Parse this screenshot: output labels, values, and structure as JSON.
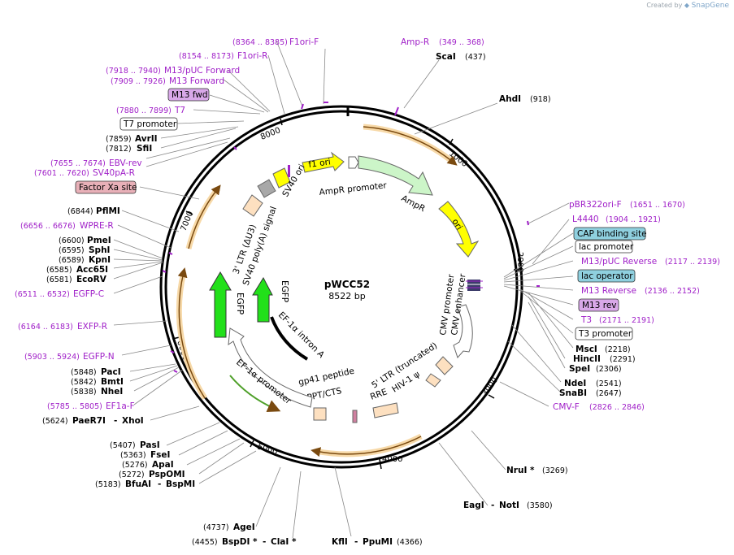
{
  "credit": {
    "prefix": "Created by",
    "brand": "SnapGene"
  },
  "plasmid": {
    "name": "pWCC52",
    "size": "8522 bp"
  },
  "ticks": [
    "1000",
    "2000",
    "3000",
    "4000",
    "5000",
    "6000",
    "7000",
    "8000"
  ],
  "features": {
    "f1ori": "f1 ori",
    "ampr_promoter": "AmpR promoter",
    "ampr": "AmpR",
    "ori": "ori",
    "cmv_promoter": "CMV promoter",
    "cmv_enhancer": "CMV enhancer",
    "ltr5": "5' LTR (truncated)",
    "hiv_psi": "HIV-1 ψ",
    "rre": "RRE",
    "gp41": "gp41 peptide",
    "cppt": "cPPT/CTS",
    "ef1a_promoter": "EF-1α promoter",
    "ef1a_intron": "EF-1α intron A",
    "egfp_inner": "EGFP",
    "egfp_outer": "EGFP",
    "sv40_polya": "SV40 poly(A) signal",
    "ltr3": "3' LTR (ΔU3)",
    "sv40_ori": "SV40 ori"
  },
  "right_labels": {
    "scai": {
      "name": "ScaI",
      "pos": "(437)"
    },
    "ahdi": {
      "name": "AhdI",
      "pos": "(918)"
    },
    "pbr322": {
      "name": "pBR322ori-F",
      "pos": "(1651 .. 1670)"
    },
    "l4440": {
      "name": "L4440",
      "pos": "(1904 .. 1921)"
    },
    "cap": {
      "name": "CAP binding site"
    },
    "lacprom": {
      "name": "lac promoter"
    },
    "m13puc_rev": {
      "name": "M13/pUC Reverse",
      "pos": "(2117 .. 2139)"
    },
    "lacop": {
      "name": "lac operator"
    },
    "m13_rev": {
      "name": "M13 Reverse",
      "pos": "(2136 .. 2152)"
    },
    "m13rev_box": {
      "name": "M13 rev"
    },
    "t3": {
      "name": "T3",
      "pos": "(2171 .. 2191)"
    },
    "t3prom": {
      "name": "T3 promoter"
    },
    "msci": {
      "name": "MscI",
      "pos": "(2218)"
    },
    "hincii": {
      "name": "HincII",
      "pos": "(2291)"
    },
    "spei": {
      "name": "SpeI",
      "pos": "(2306)"
    },
    "ndei": {
      "name": "NdeI",
      "pos": "(2541)"
    },
    "snabi": {
      "name": "SnaBI",
      "pos": "(2647)"
    },
    "cmvf": {
      "name": "CMV-F",
      "pos": "(2826 .. 2846)"
    },
    "nrui": {
      "name": "NruI *",
      "pos": "(3269)"
    },
    "eagi": {
      "name": "EagI",
      "sep": "-",
      "name2": "NotI",
      "pos": "(3580)"
    },
    "kfli": {
      "name": "KflI",
      "sep": "-",
      "name2": "PpuMI",
      "pos": "(4366)"
    }
  },
  "left_labels": {
    "f1orif": {
      "name": "F1ori-F",
      "pos": "(8364 .. 8385)"
    },
    "ampr_primer": {
      "name": "Amp-R",
      "pos": "(349 .. 368)"
    },
    "f1orir": {
      "name": "F1ori-R",
      "pos": "(8154 .. 8173)"
    },
    "m13puc_fwd": {
      "name": "M13/pUC Forward",
      "pos": "(7918 .. 7940)"
    },
    "m13_fwd": {
      "name": "M13 Forward",
      "pos": "(7909 .. 7926)"
    },
    "m13fwd_box": {
      "name": "M13 fwd"
    },
    "t7": {
      "name": "T7",
      "pos": "(7880 .. 7899)"
    },
    "t7prom": {
      "name": "T7 promoter"
    },
    "avrii": {
      "name": "AvrII",
      "pos": "(7859)"
    },
    "sfii": {
      "name": "SfiI",
      "pos": "(7812)"
    },
    "ebvrev": {
      "name": "EBV-rev",
      "pos": "(7655 .. 7674)"
    },
    "sv40par": {
      "name": "SV40pA-R",
      "pos": "(7601 .. 7620)"
    },
    "factorxa": {
      "name": "Factor Xa site"
    },
    "pflmi": {
      "name": "PflMI",
      "pos": "(6844)"
    },
    "wpre": {
      "name": "WPRE-R",
      "pos": "(6656 .. 6676)"
    },
    "pmei": {
      "name": "PmeI",
      "pos": "(6600)"
    },
    "sphi": {
      "name": "SphI",
      "pos": "(6595)"
    },
    "kpni": {
      "name": "KpnI",
      "pos": "(6589)"
    },
    "acc65i": {
      "name": "Acc65I",
      "pos": "(6585)"
    },
    "ecorv": {
      "name": "EcoRV",
      "pos": "(6581)"
    },
    "egfpc": {
      "name": "EGFP-C",
      "pos": "(6511 .. 6532)"
    },
    "exfpr": {
      "name": "EXFP-R",
      "pos": "(6164 .. 6183)"
    },
    "egfpn": {
      "name": "EGFP-N",
      "pos": "(5903 .. 5924)"
    },
    "paci": {
      "name": "PacI",
      "pos": "(5848)"
    },
    "bmti": {
      "name": "BmtI",
      "pos": "(5842)"
    },
    "nhei": {
      "name": "NheI",
      "pos": "(5838)"
    },
    "ef1af": {
      "name": "EF1a-F",
      "pos": "(5785 .. 5805)"
    },
    "paer7i": {
      "name": "PaeR7I",
      "sep": "-",
      "name2": "XhoI",
      "pos": "(5624)"
    },
    "pasi": {
      "name": "PasI",
      "pos": "(5407)"
    },
    "fsei": {
      "name": "FseI",
      "pos": "(5363)"
    },
    "apai": {
      "name": "ApaI",
      "pos": "(5276)"
    },
    "pspomi": {
      "name": "PspOMI",
      "pos": "(5272)"
    },
    "bfuai": {
      "name": "BfuAI",
      "sep": "-",
      "name2": "BspMI",
      "pos": "(5183)"
    },
    "agei": {
      "name": "AgeI",
      "pos": "(4737)"
    },
    "bspdi": {
      "name": "BspDI *",
      "sep": "-",
      "name2": "ClaI *",
      "pos": "(4455)"
    }
  },
  "colors": {
    "primer": "#a020c8",
    "ampr_fill": "#ccf5c8",
    "ori_fill": "#ffff00",
    "egfp_fill": "#22e01a",
    "orange_arc": "#f0a830",
    "box_purple": "#d9a8e8",
    "box_blue": "#8fd0df",
    "box_pink": "#e8b0b8"
  }
}
